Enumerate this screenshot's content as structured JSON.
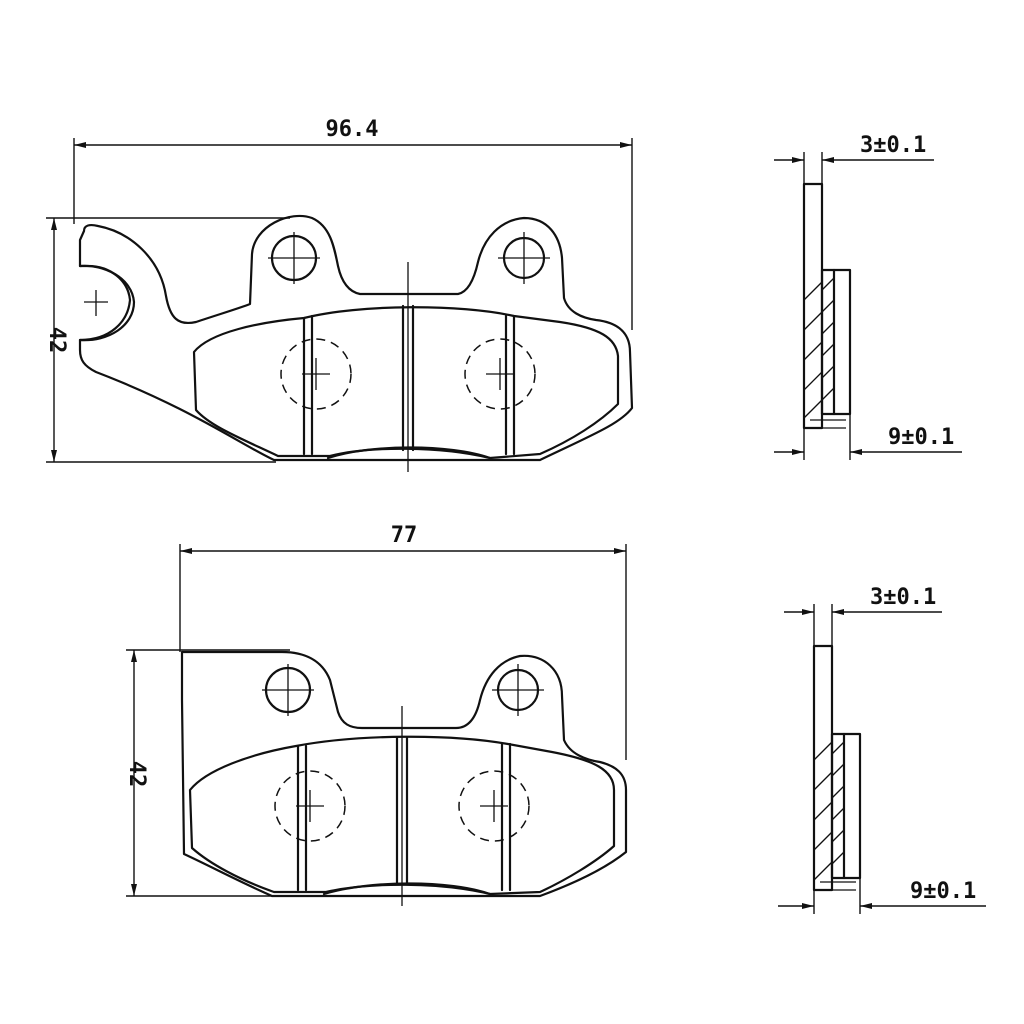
{
  "top_view": {
    "width_label": "96.4",
    "height_label": "42"
  },
  "top_side_view": {
    "backplate_label": "3±0.1",
    "total_label": "9±0.1"
  },
  "bottom_view": {
    "width_label": "77",
    "height_label": "42"
  },
  "bottom_side_view": {
    "backplate_label": "3±0.1",
    "total_label": "9±0.1"
  }
}
